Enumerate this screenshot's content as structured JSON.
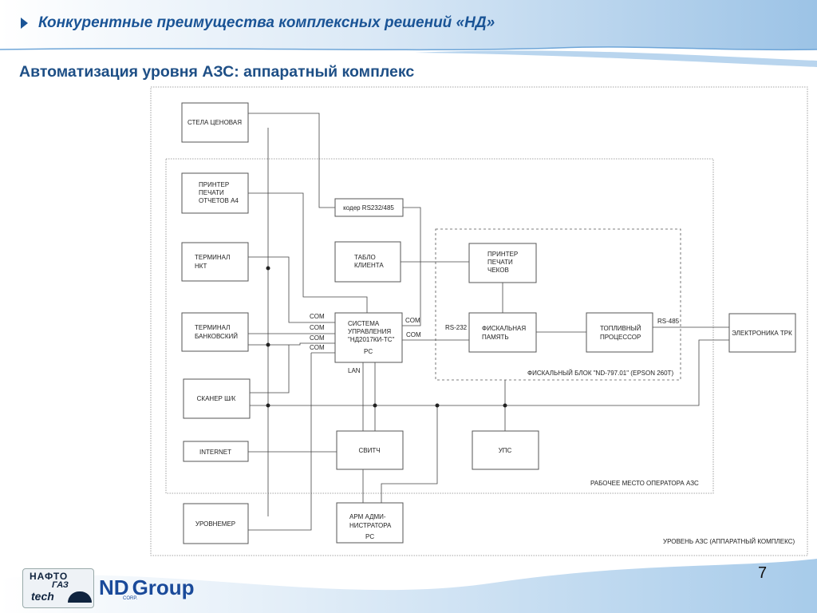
{
  "header": {
    "title": "Конкурентные преимущества комплексных решений «НД»"
  },
  "slide": {
    "title": "Автоматизация уровня АЗС: аппаратный комплекс",
    "page_number": "7"
  },
  "logos": {
    "nafto_line1": "НАФТО",
    "nafto_line2": "ГАЗ",
    "nafto_line3": "tech",
    "nd_mark": "ND",
    "nd_word": "Group",
    "nd_corp": "CORP."
  },
  "diagram": {
    "boxes": {
      "stela": "СТЕЛА ЦЕНОВАЯ",
      "printer_a4": [
        "ПРИНТЕР",
        "ПЕЧАТИ",
        "ОТЧЕТОВ А4"
      ],
      "terminal_nkt": [
        "ТЕРМИНАЛ",
        "НКТ"
      ],
      "terminal_bank": [
        "ТЕРМИНАЛ",
        "БАНКОВСКИЙ"
      ],
      "scanner": "СКАНЕР Ш/К",
      "internet": "INTERNET",
      "levelmeter": "УРОВНЕМЕР",
      "coder": "кодер RS232/485",
      "tablo": [
        "ТАБЛО",
        "КЛИЕНТА"
      ],
      "system": [
        "СИСТЕМА",
        "УПРАВЛЕНИЯ",
        "\"НД2017КИ-ТС\""
      ],
      "system_pc": "PC",
      "switch": "СВИТЧ",
      "arm": [
        "АРМ АДМИ-",
        "НИСТРАТОРА"
      ],
      "arm_pc": "PC",
      "printer_checks": [
        "ПРИНТЕР",
        "ПЕЧАТИ",
        "ЧЕКОВ"
      ],
      "fiscal_memory": [
        "ФИСКАЛЬНАЯ",
        "ПАМЯТЬ"
      ],
      "fuel_processor": [
        "ТОПЛИВНЫЙ",
        "ПРОЦЕССОР"
      ],
      "ups": "УПС",
      "trk": "ЭЛЕКТРОНИКА ТРК"
    },
    "line_labels": {
      "com1": "COM",
      "com2": "COM",
      "com3": "COM",
      "com4": "COM",
      "com5": "COM",
      "com6": "COM",
      "rs232": "RS-232",
      "rs485": "RS-485",
      "lan": "LAN"
    },
    "regions": {
      "fiscal_block": "ФИСКАЛЬНЫЙ БЛОК \"ND-797.01\" (EPSON 260T)",
      "workplace": "РАБОЧЕЕ МЕСТО ОПЕРАТОРА АЗС",
      "station": "УРОВЕНЬ АЗС (АППАРАТНЫЙ КОМПЛЕКС)"
    }
  }
}
